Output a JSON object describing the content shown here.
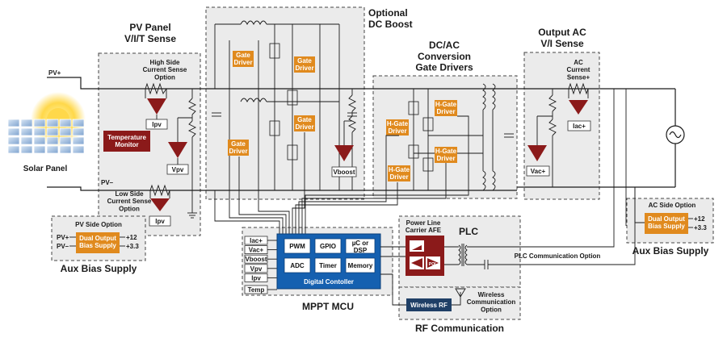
{
  "sections": {
    "pv_panel": "PV Panel\nV/I/T Sense",
    "optional_dc_boost": "Optional\nDC Boost",
    "dcac": "DC/AC\nConversion\nGate Drivers",
    "output_ac": "Output AC\nV/I Sense",
    "aux_bias_left": "Aux Bias Supply",
    "aux_bias_right": "Aux Bias Supply",
    "mppt_mcu": "MPPT MCU",
    "plc": "PLC",
    "rf_comm": "RF Communication"
  },
  "labels": {
    "solar_panel": "Solar Panel",
    "pv_plus": "PV+",
    "pv_minus": "PV–",
    "high_side": "High Side\nCurrent Sense\nOption",
    "low_side": "Low Side\nCurrent Sense\nOption",
    "ac_current_sense": "AC\nCurrent\nSense+",
    "pv_side_option": "PV Side Option",
    "ac_side_option": "AC Side Option",
    "plc_comm_option": "PLC Communication Option",
    "wireless_comm_option": "Wireless\nCommunication\nOption",
    "power_line_afe": "Power Line\nCarrier AFE",
    "digital_controller": "Digital Contoller",
    "v_plus_12_left": "+12",
    "v_plus_3_3_left": "+3.3",
    "v_plus_12_right": "+12",
    "v_plus_3_3_right": "+3.3",
    "pv_plus_aux": "PV+",
    "pv_minus_aux": "PV–"
  },
  "blocks": {
    "temperature_monitor": "Temperature\nMonitor",
    "gate_driver": "Gate\nDriver",
    "h_gate_driver": "H-Gate\nDriver",
    "dual_output_bias": "Dual Output\nBias Supply",
    "pwm": "PWM",
    "gpio": "GPIO",
    "uc_dsp": "µC or\nDSP",
    "adc": "ADC",
    "timer": "Timer",
    "memory": "Memory",
    "wireless_rf": "Wireless RF",
    "pol": "POL"
  },
  "sense_labels": {
    "ipv_top": "Ipv",
    "vpv": "Vpv",
    "ipv_bottom": "Ipv",
    "vboost": "Vboost",
    "vac": "Vac+",
    "iac": "Iac+"
  },
  "mcu_inputs": [
    "Iac+",
    "Vac+",
    "Vboost",
    "Vpv",
    "Ipv",
    "Temp"
  ],
  "colors": {
    "orange": "#e08a1e",
    "dark_red": "#8b1a1a",
    "blue": "#1560b0",
    "navy": "#1f3f66",
    "gray_fill": "#ebebeb",
    "wire": "#1a1a1a"
  }
}
